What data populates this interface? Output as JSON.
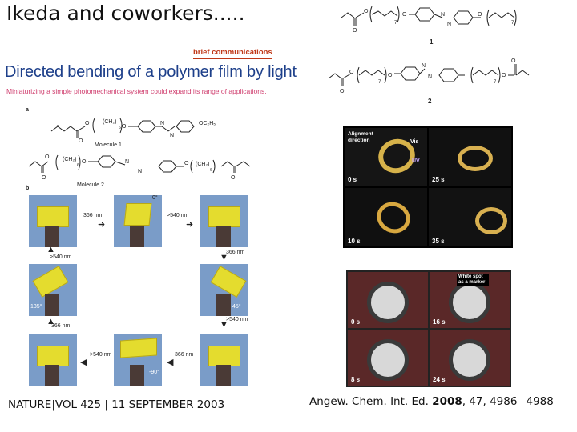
{
  "slide_title": "Ikeda and coworkers.....",
  "article": {
    "section": "brief communications",
    "headline": "Directed bending of a polymer film by light",
    "subline": "Miniaturizing a simple photomechanical system could expand its range of applications.",
    "panel_a_label": "a",
    "panel_b_label": "b",
    "molecule1_label": "Molecule 1",
    "molecule2_label": "Molecule 2",
    "mol1_groups": [
      "(CH₂)",
      "6",
      "OC₂H₅"
    ],
    "mol2_groups": [
      "(CH₂)",
      "6",
      "(CH₂)",
      "6"
    ],
    "angles": [
      "0°",
      "135°",
      "45°",
      "-90°"
    ],
    "wavelengths": {
      "w366": "366 nm",
      "wgt540": ">540 nm"
    }
  },
  "right_molecules": {
    "label1": "1",
    "label2": "2",
    "sub7": "7"
  },
  "movie_panel": {
    "alignment": "Alignment direction",
    "vis": "Vis",
    "uv": "UV",
    "times": [
      "0 s",
      "25 s",
      "10 s",
      "35 s"
    ]
  },
  "motor_panel": {
    "marker": "White spot as a marker",
    "times": [
      "0 s",
      "16 s",
      "8 s",
      "24 s"
    ]
  },
  "citations": {
    "left": "NATURE|VOL 425 | 11 SEPTEMBER 2003",
    "right_prefix": "Angew. Chem. Int. Ed. ",
    "right_year": "2008",
    "right_suffix": ", 47, 4986 –4988"
  },
  "colors": {
    "headline": "#1d3f8a",
    "section": "#c03818",
    "film": "#e4dc2e"
  }
}
